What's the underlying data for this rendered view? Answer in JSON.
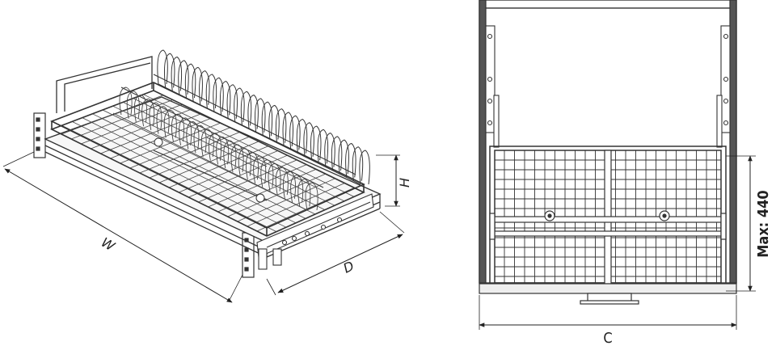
{
  "drawing": {
    "left_view": {
      "dim_w": "W",
      "dim_d": "D",
      "dim_h": "H"
    },
    "right_view": {
      "dim_c": "C",
      "dim_max": "Max: 440"
    }
  },
  "colors": {
    "line": "#333333",
    "dark_panel": "#555555",
    "shade": "#dddddd"
  }
}
